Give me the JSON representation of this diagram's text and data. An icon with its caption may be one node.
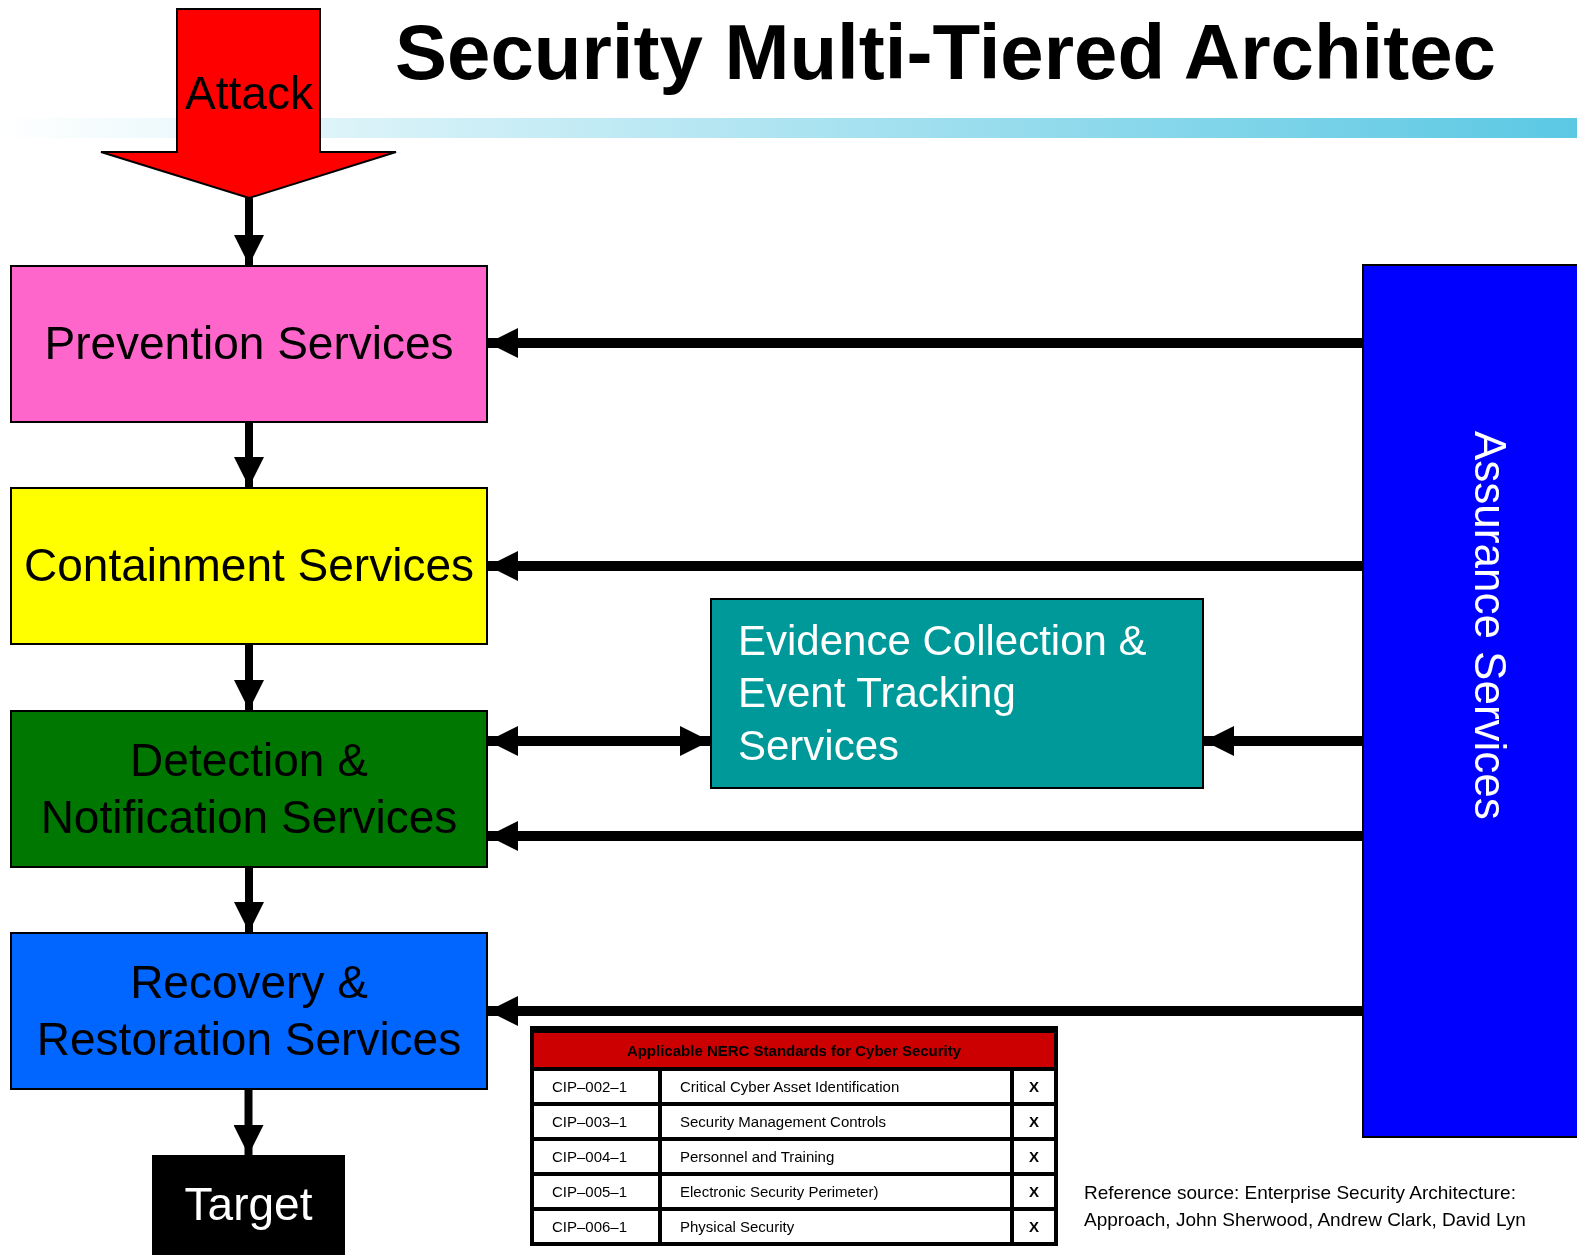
{
  "diagram": {
    "title": "Security Multi-Tiered Architec",
    "nodes": [
      {
        "text": [
          "Attack"
        ]
      },
      {
        "text": [
          "Prevention Services"
        ]
      },
      {
        "text": [
          "Containment Services"
        ]
      },
      {
        "text": [
          "Detection & Notification Services"
        ]
      },
      {
        "text": [
          "Recovery & Restoration Services"
        ]
      },
      {
        "text": [
          "Target"
        ]
      },
      {
        "text": [
          "Evidence Collection & Event Tracking Services"
        ]
      },
      {
        "text": [
          "Assurance Services"
        ]
      }
    ],
    "edges": [
      {
        "from": 0,
        "to": 1,
        "arrow": "to"
      },
      {
        "from": 1,
        "to": 2,
        "arrow": "to"
      },
      {
        "from": 2,
        "to": 3,
        "arrow": "to"
      },
      {
        "from": 3,
        "to": 4,
        "arrow": "to"
      },
      {
        "from": 4,
        "to": 5,
        "arrow": "to"
      },
      {
        "from": 7,
        "to": 1,
        "arrow": "to"
      },
      {
        "from": 7,
        "to": 2,
        "arrow": "to"
      },
      {
        "from": 3,
        "to": 6,
        "arrow": "both"
      },
      {
        "from": 7,
        "to": 6,
        "arrow": "to"
      },
      {
        "from": 7,
        "to": 3,
        "arrow": "to"
      },
      {
        "from": 7,
        "to": 4,
        "arrow": "to"
      }
    ],
    "labels": [
      "Applicable NERC Standards for Cyber Security",
      "CIP–002–1",
      "Critical Cyber Asset Identification",
      "X",
      "CIP–003–1",
      "Security Management Controls",
      "X",
      "CIP–004–1",
      "Personnel and Training",
      "X",
      "CIP–005–1",
      "Electronic Security Perimeter)",
      "X",
      "CIP–006–1",
      "Physical Security",
      "X",
      "Reference source: Enterprise Security Architecture: Approach, John Sherwood, Andrew Clark, David Lyn"
    ]
  }
}
